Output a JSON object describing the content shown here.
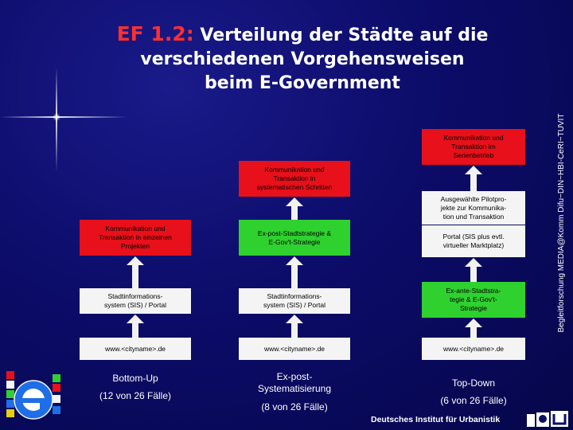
{
  "title": {
    "prefix": "EF 1.2:",
    "line1": "Verteilung der Städte auf die",
    "line2": "verschiedenen Vorgehensweisen",
    "line3": "beim E-Government"
  },
  "columns": [
    {
      "boxes": [
        {
          "text": "Kommunikation und\nTransaktion in einzelnen\nProjekten",
          "color": "red"
        },
        {
          "text": "Stadtinformations-\nsystem (SIS) / Portal",
          "color": "white"
        },
        {
          "text": "www.<cityname>.de",
          "color": "white"
        }
      ],
      "label": "Bottom-Up",
      "count": "(12 von 26 Fälle)"
    },
    {
      "boxes": [
        {
          "text": "Kommunikation und\nTransaktion in\nsystematischen Schritten",
          "color": "red"
        },
        {
          "text": "Ex-post-Stadtstrategie &\nE-Gov't-Strategie",
          "color": "green"
        },
        {
          "text": "Stadtinformations-\nsystem (SIS) / Portal",
          "color": "white"
        },
        {
          "text": "www.<cityname>.de",
          "color": "white"
        }
      ],
      "label": "Ex-post-\nSystematisierung",
      "count": "(8 von 26 Fälle)"
    },
    {
      "boxes": [
        {
          "text": "Kommunikation und\nTransaktion im\nSerienbetrieb",
          "color": "red"
        },
        {
          "text": "Ausgewählte Pilotpro-\njekte zur Kommunika-\ntion und Transaktion",
          "color": "white"
        },
        {
          "text": "Portal (SIS plus evtl.\nvirtueller Marktplatz)",
          "color": "white"
        },
        {
          "text": "Ex-ante-Stadtstra-\ntegie & E-Gov't-\nStrategie",
          "color": "green"
        },
        {
          "text": "www.<cityname>.de",
          "color": "white"
        }
      ],
      "label": "Top-Down",
      "count": "(6 von 26 Fälle)"
    }
  ],
  "sidebar_text": "Begleitforschung MEDIA@Komm Difu~DIN~HBI-CeRI~TUVIT",
  "footer": "Deutsches Institut für Urbanistik",
  "colors": {
    "red": "#e8101a",
    "green": "#2fd12f",
    "white": "#f4f4f4",
    "title_prefix": "#ff3030",
    "background": "#0c0c6a"
  }
}
